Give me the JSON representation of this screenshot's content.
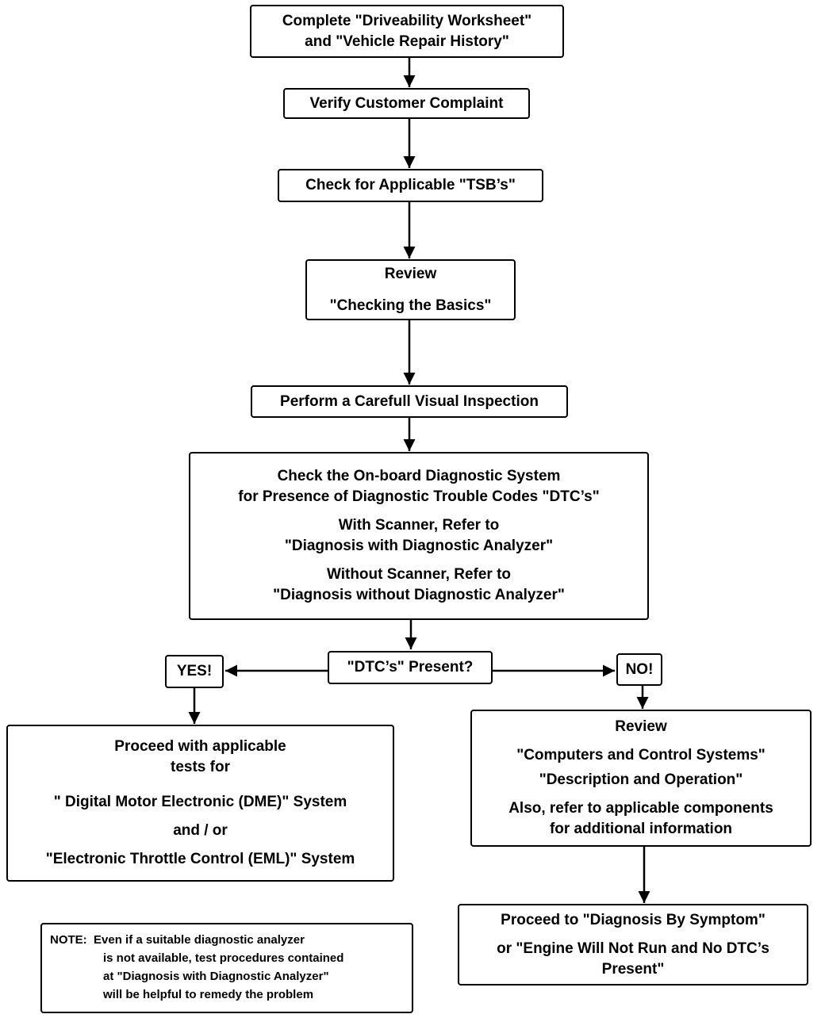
{
  "steps": {
    "worksheet": {
      "line1": "Complete \"Driveability Worksheet\"",
      "line2": "and \"Vehicle Repair History\""
    },
    "verify": {
      "text": "Verify Customer Complaint"
    },
    "tsb": {
      "text": "Check for Applicable \"TSB’s\""
    },
    "review_basics": {
      "line1": "Review",
      "line2": "\"Checking the Basics\""
    },
    "inspection": {
      "text": "Perform a Carefull Visual Inspection"
    },
    "obd": {
      "line1": "Check the On-board Diagnostic System",
      "line2": "for Presence of Diagnostic Trouble Codes \"DTC’s\"",
      "line3": "With Scanner, Refer to",
      "line4": "\"Diagnosis with Diagnostic Analyzer\"",
      "line5": "Without Scanner, Refer to",
      "line6": "\"Diagnosis without Diagnostic Analyzer\""
    },
    "decision": {
      "text": "\"DTC’s\" Present?"
    },
    "yes": {
      "text": "YES!"
    },
    "no": {
      "text": "NO!"
    },
    "proceed_tests": {
      "line1": "Proceed with applicable",
      "line2": "tests for",
      "line3": "\" Digital Motor Electronic (DME)\" System",
      "line4": "and  / or",
      "line5": "\"Electronic Throttle Control (EML)\" System"
    },
    "review_computers": {
      "line1": "Review",
      "line2": "\"Computers and Control Systems\"",
      "line3": "\"Description and Operation\"",
      "line4": "Also, refer to applicable components",
      "line5": "for additional information"
    },
    "proceed_symptom": {
      "line1": "Proceed to \"Diagnosis By Symptom\"",
      "line2": "or  \"Engine Will Not Run and No DTC’s",
      "line3": "Present\""
    }
  },
  "note": {
    "label": "NOTE:",
    "line1": "Even if  a suitable diagnostic analyzer",
    "line2": "is not available, test procedures contained",
    "line3": "at \"Diagnosis with Diagnostic Analyzer\"",
    "line4": "will be helpful to remedy the problem"
  }
}
